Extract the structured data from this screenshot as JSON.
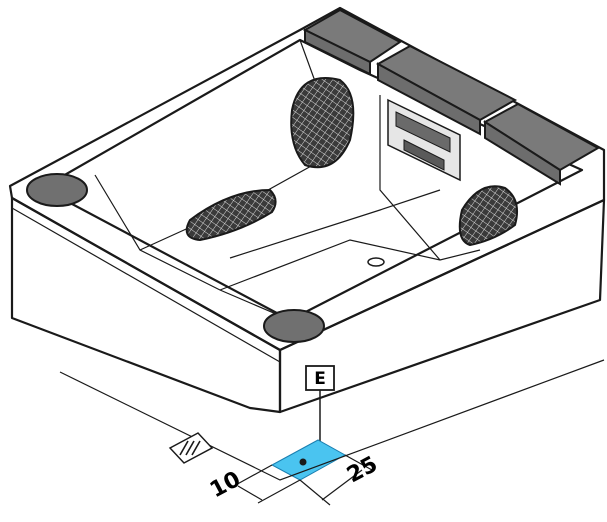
{
  "labels": {
    "marker": "E",
    "dim_left": "10",
    "dim_right": "25",
    "floor_symbol": "////"
  },
  "colors": {
    "highlight": "#4ac4f0",
    "cover": "#6d6d6d",
    "line": "#1a1a1a"
  }
}
